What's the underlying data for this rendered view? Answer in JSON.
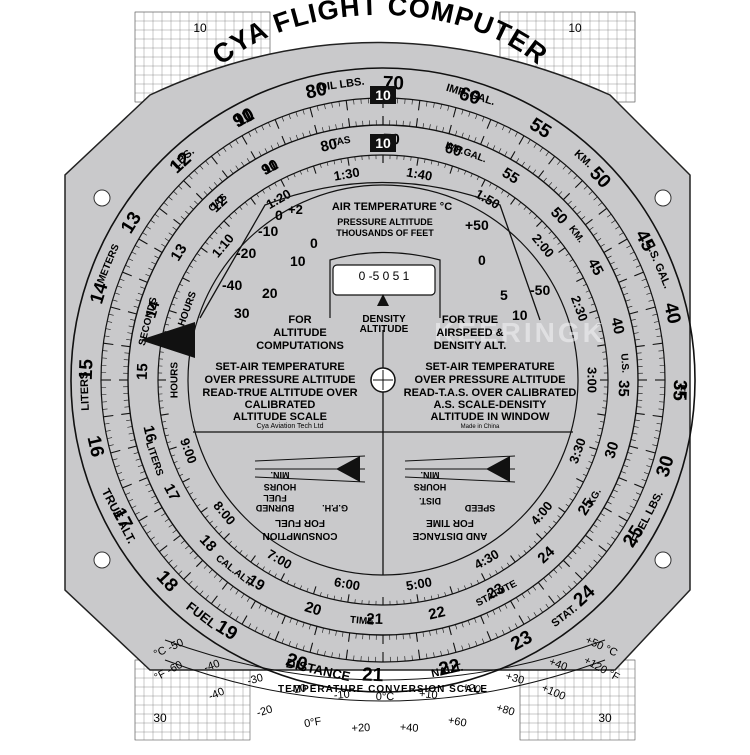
{
  "title": "CYA FLIGHT COMPUTER",
  "colors": {
    "plate": "#c9c9cb",
    "ink": "#111111",
    "grid": "#555555",
    "background": "#ffffff"
  },
  "grid_scale": {
    "top_left": "10",
    "top_right": "10",
    "bottom_left": "30",
    "bottom_right": "30"
  },
  "outer_scale_labels": [
    {
      "t": "90",
      "s": 19
    },
    {
      "t": "80",
      "s": 19
    },
    {
      "t": "70",
      "s": 19
    },
    {
      "t": "60",
      "s": 19
    },
    {
      "t": "55",
      "s": 19
    },
    {
      "t": "50",
      "s": 19
    },
    {
      "t": "45",
      "s": 19
    },
    {
      "t": "40",
      "s": 19
    },
    {
      "t": "35",
      "s": 19
    },
    {
      "t": "30",
      "s": 19
    },
    {
      "t": "25",
      "s": 19
    },
    {
      "t": "24",
      "s": 19
    },
    {
      "t": "23",
      "s": 19
    },
    {
      "t": "22",
      "s": 19
    },
    {
      "t": "21",
      "s": 19
    },
    {
      "t": "20",
      "s": 19
    },
    {
      "t": "19",
      "s": 19
    },
    {
      "t": "18",
      "s": 19
    },
    {
      "t": "17",
      "s": 19
    },
    {
      "t": "16",
      "s": 19
    },
    {
      "t": "15",
      "s": 19
    },
    {
      "t": "14",
      "s": 19
    },
    {
      "t": "13",
      "s": 19
    },
    {
      "t": "12",
      "s": 19
    },
    {
      "t": "11",
      "s": 19
    }
  ],
  "outer_unit_labels": [
    {
      "t": "OIL LBS.",
      "s": 11
    },
    {
      "t": "IMP. GAL.",
      "s": 11
    },
    {
      "t": "KM.",
      "s": 11
    },
    {
      "t": "U.S. GAL.",
      "s": 11
    },
    {
      "t": "FT.",
      "s": 11
    },
    {
      "t": "FUEL LBS.",
      "s": 11
    },
    {
      "t": "STAT.",
      "s": 11
    },
    {
      "t": "NAUT.",
      "s": 11
    },
    {
      "t": "DISTANCE",
      "s": 13
    },
    {
      "t": "FUEL",
      "s": 13
    },
    {
      "t": "TRUE ALT.",
      "s": 12
    },
    {
      "t": "LITERS",
      "s": 11
    },
    {
      "t": "METERS",
      "s": 10
    },
    {
      "t": "LBS.",
      "s": 11
    }
  ],
  "outer_boxes": [
    {
      "t": "10"
    }
  ],
  "inner_scale_labels": [
    {
      "t": "90",
      "s": 15
    },
    {
      "t": "80",
      "s": 15
    },
    {
      "t": "70",
      "s": 15
    },
    {
      "t": "60",
      "s": 15
    },
    {
      "t": "55",
      "s": 15
    },
    {
      "t": "50",
      "s": 15
    },
    {
      "t": "45",
      "s": 15
    },
    {
      "t": "40",
      "s": 15
    },
    {
      "t": "35",
      "s": 15
    },
    {
      "t": "30",
      "s": 15
    },
    {
      "t": "25",
      "s": 15
    },
    {
      "t": "24",
      "s": 15
    },
    {
      "t": "23",
      "s": 15
    },
    {
      "t": "22",
      "s": 15
    },
    {
      "t": "21",
      "s": 15
    },
    {
      "t": "20",
      "s": 15
    },
    {
      "t": "19",
      "s": 15
    },
    {
      "t": "18",
      "s": 15
    },
    {
      "t": "17",
      "s": 15
    },
    {
      "t": "16",
      "s": 15
    },
    {
      "t": "15",
      "s": 15
    },
    {
      "t": "14",
      "s": 15
    },
    {
      "t": "13",
      "s": 15
    },
    {
      "t": "12",
      "s": 15
    },
    {
      "t": "11",
      "s": 15
    }
  ],
  "inner_unit_labels": [
    {
      "t": "IMP.GAL.",
      "s": 10
    },
    {
      "t": "KM.",
      "s": 10
    },
    {
      "t": "U.S.",
      "s": 10
    },
    {
      "t": "KG.",
      "s": 10
    },
    {
      "t": "STATUTE",
      "s": 10
    },
    {
      "t": "TIME",
      "s": 10
    },
    {
      "t": "CAL.ALT.",
      "s": 10
    },
    {
      "t": "LITERS",
      "s": 10
    },
    {
      "t": "SECONDS",
      "s": 10
    },
    {
      "t": "CAS",
      "s": 10
    },
    {
      "t": "TAS",
      "s": 10
    }
  ],
  "time_scale_labels": [
    {
      "t": "1:10",
      "s": 13
    },
    {
      "t": "1:20",
      "s": 13
    },
    {
      "t": "1:30",
      "s": 13
    },
    {
      "t": "1:40",
      "s": 13
    },
    {
      "t": "1:50",
      "s": 13
    },
    {
      "t": "2:00",
      "s": 13
    },
    {
      "t": "2:30",
      "s": 13
    },
    {
      "t": "3:00",
      "s": 13
    },
    {
      "t": "3:30",
      "s": 13
    },
    {
      "t": "4:00",
      "s": 13
    },
    {
      "t": "4:30",
      "s": 13
    },
    {
      "t": "5:00",
      "s": 13
    },
    {
      "t": "6:00",
      "s": 13
    },
    {
      "t": "7:00",
      "s": 13
    },
    {
      "t": "8:00",
      "s": 13
    },
    {
      "t": "9:00",
      "s": 13
    },
    {
      "t": "HOURS",
      "s": 10
    },
    {
      "t": "HOURS",
      "s": 10
    }
  ],
  "air_temp": {
    "title": "AIR TEMPERATURE °C",
    "left_values": [
      "-40",
      "-20",
      "-10",
      "0",
      "+2"
    ],
    "right_values": [
      "+50",
      "0",
      "-50"
    ],
    "pressure_line1": "PRESSURE ALTITUDE",
    "pressure_line2": "THOUSANDS OF FEET",
    "pressure_values": [
      "30",
      "20",
      "10",
      "0",
      "5",
      "10"
    ],
    "hours_label": "HOURS"
  },
  "density_window": {
    "scale": "0 -5 0 5 1",
    "label_line1": "DENSITY",
    "label_line2": "ALTITUDE"
  },
  "watermark": "KEERINGK",
  "left_panel": {
    "title1": "FOR",
    "title2": "ALTITUDE",
    "title3": "COMPUTATIONS",
    "line1": "SET-AIR TEMPERATURE",
    "line2": "OVER PRESSURE ALTITUDE",
    "line3": "READ-TRUE ALTITUDE OVER",
    "line4": "CALIBRATED",
    "line5": "ALTITUDE SCALE",
    "maker": "Cya Aviation Tech Ltd"
  },
  "right_panel": {
    "title1": "FOR TRUE",
    "title2": "AIRSPEED &",
    "title3": "DENSITY ALT.",
    "line1": "SET-AIR TEMPERATURE",
    "line2": "OVER PRESSURE ALTITUDE",
    "line3": "READ-T.A.S. OVER CALIBRATED",
    "line4": "A.S. SCALE-DENSITY",
    "line5": "ALTITUDE IN WINDOW",
    "origin": "Made in China"
  },
  "fuel_panel": {
    "hours": "HOURS",
    "min": "MIN.",
    "fuel": "FUEL",
    "burned": "BURNED",
    "gph": "G.P.H.",
    "title1": "FOR FUEL",
    "title2": "CONSUMPTION"
  },
  "time_panel": {
    "hours": "HOURS",
    "min": "MIN.",
    "dist": "DIST.",
    "speed": "SPEED",
    "title1": "FOR TIME",
    "title2": "AND DISTANCE"
  },
  "temperature_scale": {
    "title": "TEMPERATURE CONVERSION SCALE",
    "celsius": [
      "°C -50",
      "-40",
      "-30",
      "-20",
      "-10",
      "0°C",
      "+10",
      "+20",
      "+30",
      "+40",
      "+50 °C"
    ],
    "fahrenheit": [
      "°F -60",
      "-40",
      "-20",
      "0°F",
      "+20",
      "+40",
      "+60",
      "+80",
      "+100",
      "+120 °F"
    ]
  }
}
